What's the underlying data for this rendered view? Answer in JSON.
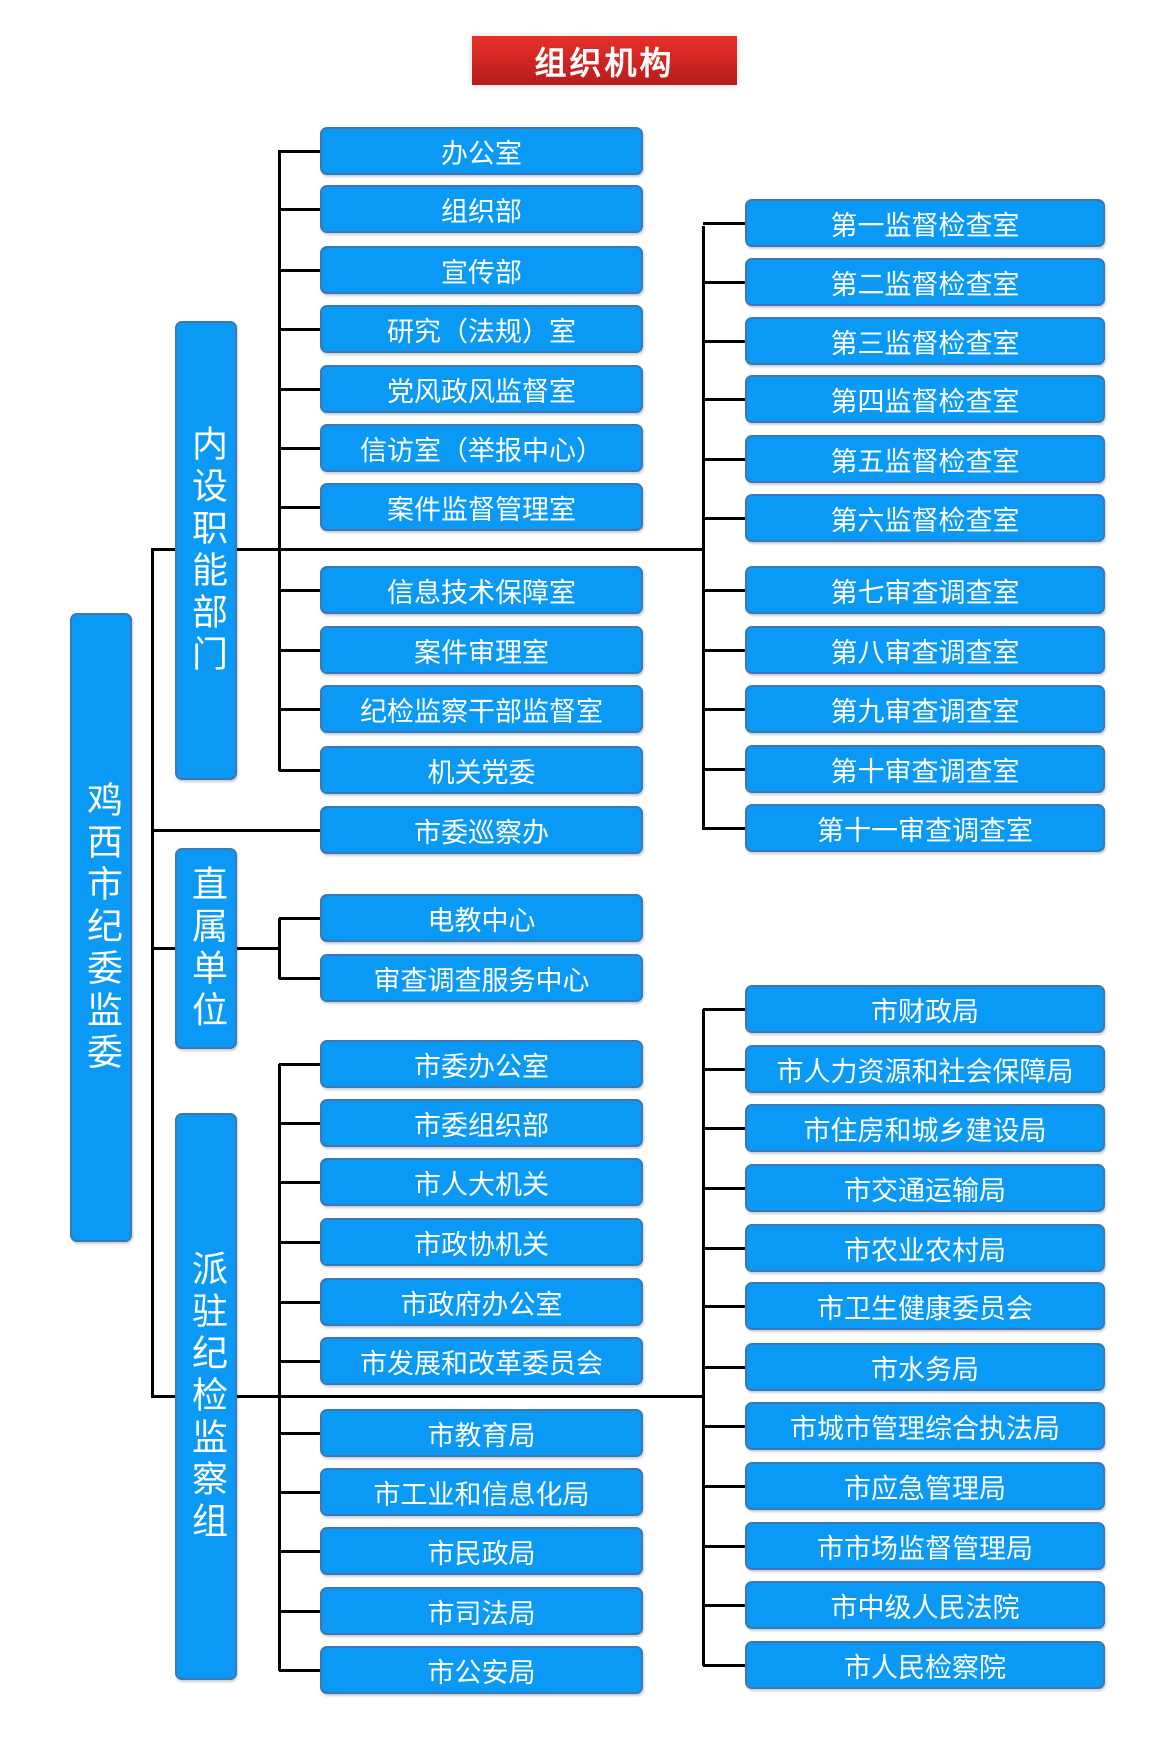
{
  "title": "组织机构",
  "root": "鸡西市纪委监委",
  "groups": {
    "internal": {
      "label": "内设职能部门",
      "left": [
        "办公室",
        "组织部",
        "宣传部",
        "研究（法规）室",
        "党风政风监督室",
        "信访室（举报中心）",
        "案件监督管理室",
        "信息技术保障室",
        "案件审理室",
        "纪检监察干部监督室",
        "机关党委"
      ],
      "right": [
        "第一监督检查室",
        "第二监督检查室",
        "第三监督检查室",
        "第四监督检查室",
        "第五监督检查室",
        "第六监督检查室",
        "第七审查调查室",
        "第八审查调查室",
        "第九审查调查室",
        "第十审查调查室",
        "第十一审查调查室"
      ]
    },
    "inspection": "市委巡察办",
    "direct": {
      "label": "直属单位",
      "items": [
        "电教中心",
        "审查调查服务中心"
      ]
    },
    "stationed": {
      "label": "派驻纪检监察组",
      "left": [
        "市委办公室",
        "市委组织部",
        "市人大机关",
        "市政协机关",
        "市政府办公室",
        "市发展和改革委员会",
        "市教育局",
        "市工业和信息化局",
        "市民政局",
        "市司法局",
        "市公安局"
      ],
      "right": [
        "市财政局",
        "市人力资源和社会保障局",
        "市住房和城乡建设局",
        "市交通运输局",
        "市农业农村局",
        "市卫生健康委员会",
        "市水务局",
        "市城市管理综合执法局",
        "市应急管理局",
        "市市场监督管理局",
        "市中级人民法院",
        "市人民检察院"
      ]
    }
  }
}
